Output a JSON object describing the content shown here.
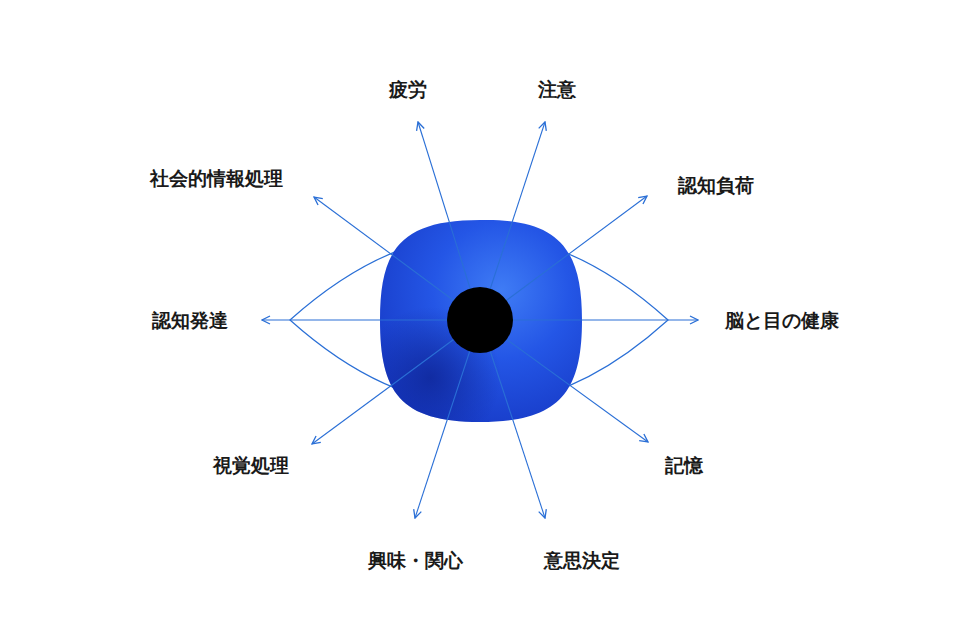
{
  "diagram": {
    "labels": [
      "疲労",
      "注意",
      "社会的情報処理",
      "認知負荷",
      "認知発達",
      "脳と目の健康",
      "視覚処理",
      "記憶",
      "興味・関心",
      "意思決定"
    ]
  }
}
